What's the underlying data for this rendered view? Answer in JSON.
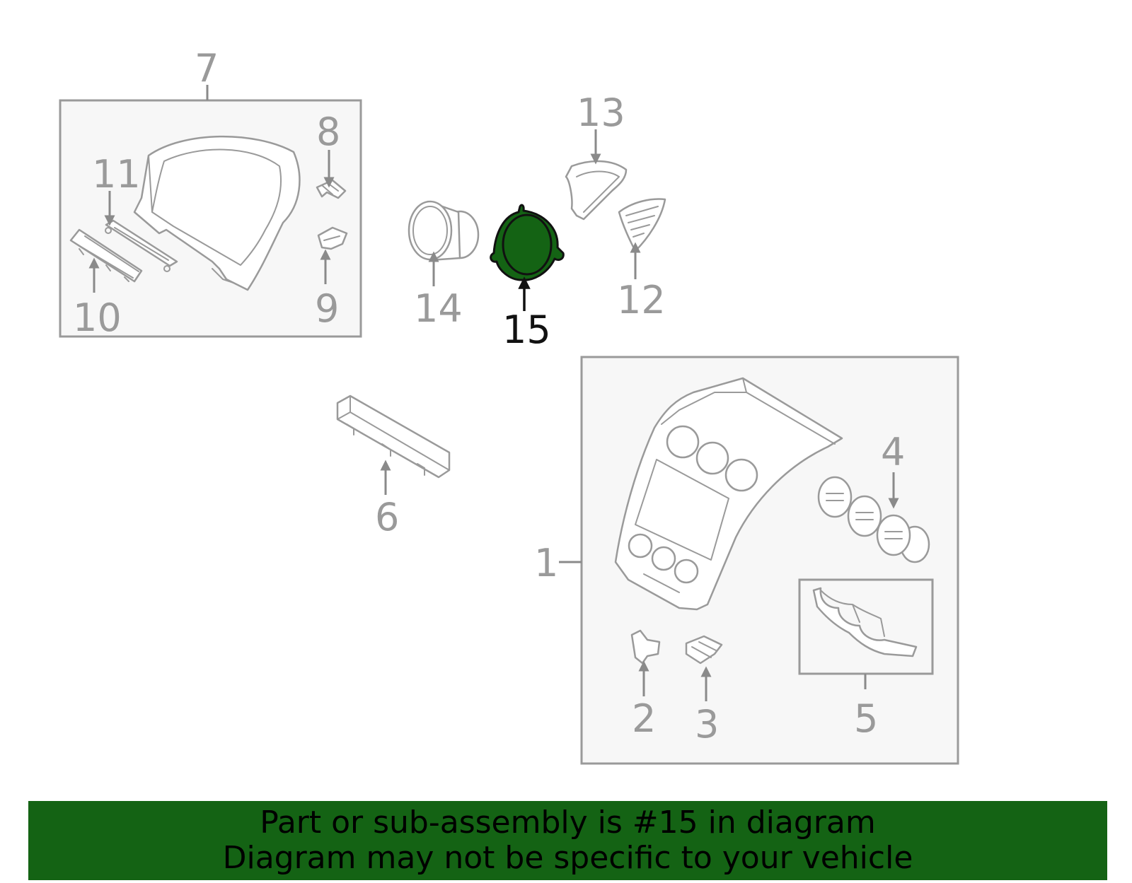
{
  "diagram": {
    "highlight_color": "#146314",
    "highlighted_part": "15",
    "callouts": {
      "c1": "1",
      "c2": "2",
      "c3": "3",
      "c4": "4",
      "c5": "5",
      "c6": "6",
      "c7": "7",
      "c8": "8",
      "c9": "9",
      "c10": "10",
      "c11": "11",
      "c12": "12",
      "c13": "13",
      "c14": "14",
      "c15": "15"
    }
  },
  "banner": {
    "line1": "Part or sub-assembly is #15 in diagram",
    "line2": "Diagram may not be specific to your vehicle"
  }
}
